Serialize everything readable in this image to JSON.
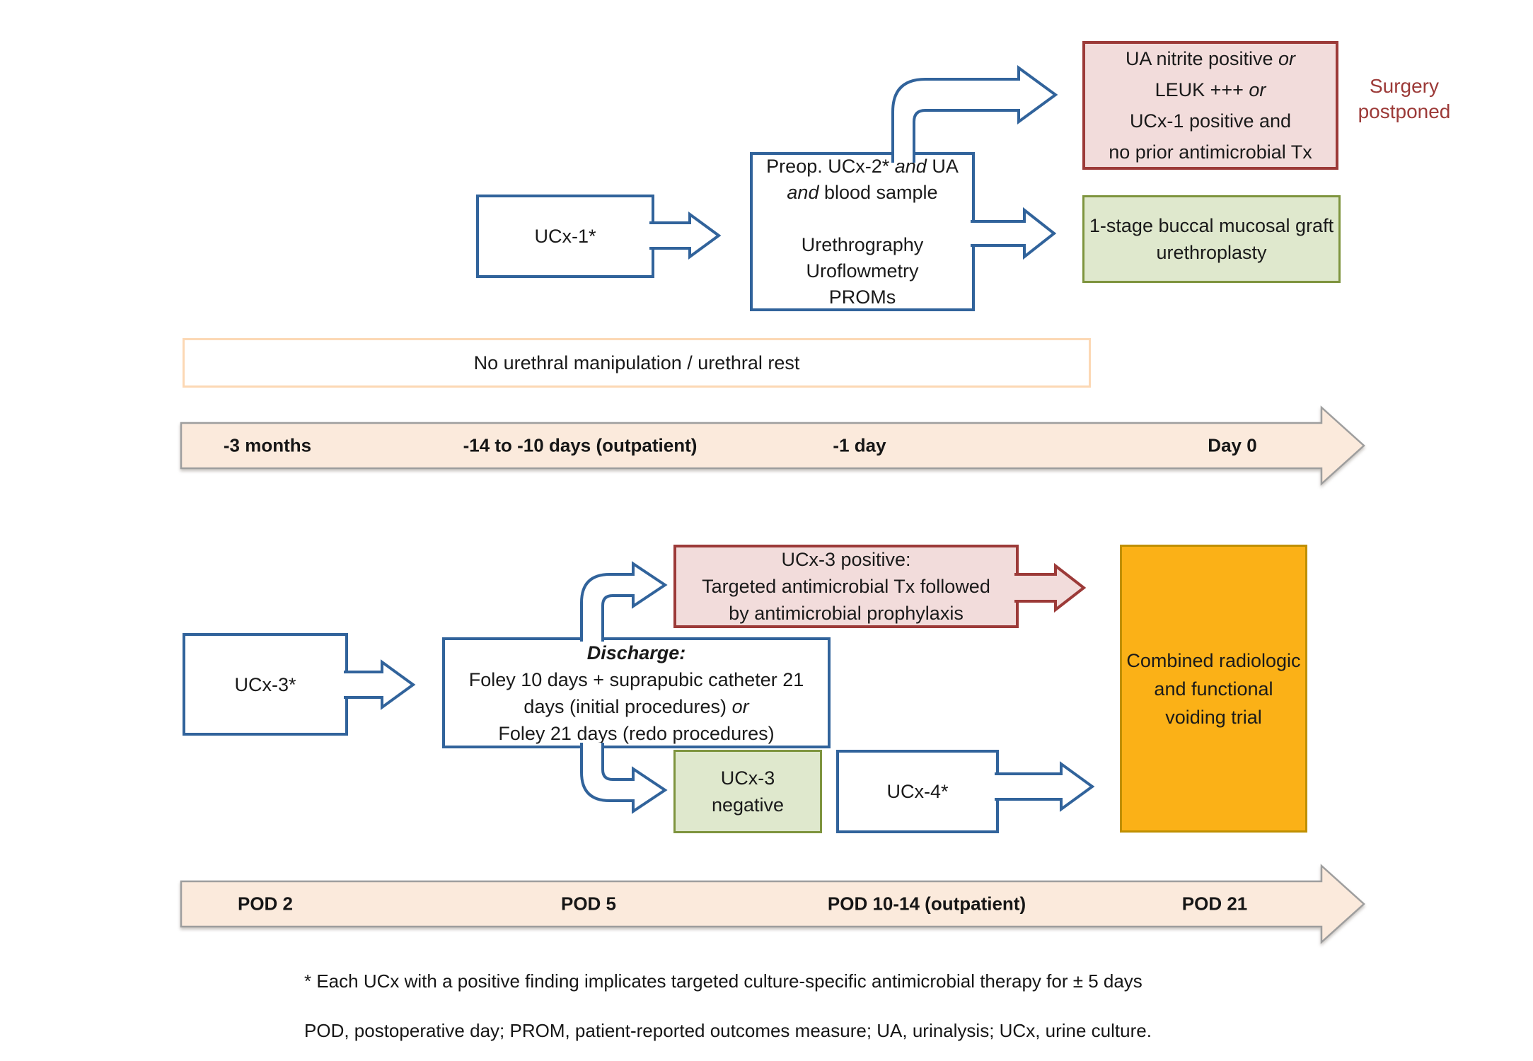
{
  "colors": {
    "blue": "#31639B",
    "dark_red": "#9C3A38",
    "pink_fill": "#F2DCDB",
    "green_fill": "#DFE8CD",
    "green_border": "#7E943E",
    "orange_fill": "#FBB117",
    "orange_border": "#BF8F00",
    "peach_fill": "#FBEADC",
    "gray_border": "#9E9E9E",
    "banner_border": "#FCD8B4",
    "text": "#1A1A1A"
  },
  "figure": {
    "top": {
      "ucx1_box": {
        "lines": [
          [
            {
              "t": "UCx-1*"
            }
          ]
        ]
      },
      "preop_box": {
        "lines": [
          [
            {
              "t": "Preop. UCx-2* "
            },
            {
              "t": "and",
              "i": 1
            },
            {
              "t": " UA"
            }
          ],
          [
            {
              "t": "and",
              "i": 1
            },
            {
              "t": " blood sample"
            }
          ],
          [
            {
              "t": " "
            }
          ],
          [
            {
              "t": "Urethrography"
            }
          ],
          [
            {
              "t": "Uroflowmetry"
            }
          ],
          [
            {
              "t": "PROMs"
            }
          ]
        ]
      },
      "criteria_box": {
        "lines": [
          [
            {
              "t": "UA nitrite positive "
            },
            {
              "t": "or",
              "i": 1
            }
          ],
          [
            {
              "t": "LEUK +++ "
            },
            {
              "t": "or",
              "i": 1
            }
          ],
          [
            {
              "t": "UCx-1 positive and"
            }
          ],
          [
            {
              "t": "no prior antimicrobial Tx"
            }
          ]
        ]
      },
      "surgery_postponed": {
        "lines": [
          [
            {
              "t": "Surgery"
            }
          ],
          [
            {
              "t": "postponed"
            }
          ]
        ]
      },
      "graft_box": {
        "lines": [
          [
            {
              "t": "1-stage buccal mucosal graft"
            }
          ],
          [
            {
              "t": "urethroplasty"
            }
          ]
        ]
      },
      "rest_banner": {
        "text": "No urethral manipulation / urethral rest"
      }
    },
    "timeline_preop": {
      "labels": [
        {
          "text": "-3 months"
        },
        {
          "text": "-14 to -10 days (outpatient)"
        },
        {
          "text": "-1 day"
        },
        {
          "text": "Day 0"
        }
      ]
    },
    "bottom": {
      "ucx3_box": {
        "lines": [
          [
            {
              "t": "UCx-3*"
            }
          ]
        ]
      },
      "discharge_box": {
        "lines": [
          [
            {
              "t": "Discharge:",
              "b": 1,
              "i": 1
            }
          ],
          [
            {
              "t": "Foley 10 days + suprapubic catheter 21"
            }
          ],
          [
            {
              "t": "days (initial procedures) "
            },
            {
              "t": "or",
              "i": 1
            }
          ],
          [
            {
              "t": "Foley 21 days (redo procedures)"
            }
          ]
        ]
      },
      "ucx3_positive_box": {
        "lines": [
          [
            {
              "t": "UCx-3 positive:"
            }
          ],
          [
            {
              "t": "Targeted antimicrobial Tx followed"
            }
          ],
          [
            {
              "t": "by antimicrobial prophylaxis"
            }
          ]
        ]
      },
      "ucx3_negative_box": {
        "lines": [
          [
            {
              "t": "UCx-3"
            }
          ],
          [
            {
              "t": "negative"
            }
          ]
        ]
      },
      "ucx4_box": {
        "lines": [
          [
            {
              "t": "UCx-4*"
            }
          ]
        ]
      },
      "voiding_box": {
        "lines": [
          [
            {
              "t": "Combined radiologic"
            }
          ],
          [
            {
              "t": "and functional"
            }
          ],
          [
            {
              "t": "voiding trial"
            }
          ]
        ]
      }
    },
    "timeline_postop": {
      "labels": [
        {
          "text": "POD 2"
        },
        {
          "text": "POD 5"
        },
        {
          "text": "POD 10-14 (outpatient)"
        },
        {
          "text": "POD 21"
        }
      ]
    },
    "footnotes": {
      "line1": "* Each UCx with a positive finding implicates targeted culture-specific antimicrobial therapy for ± 5 days",
      "line2": "POD, postoperative day; PROM, patient-reported outcomes measure; UA, urinalysis; UCx, urine culture."
    }
  }
}
